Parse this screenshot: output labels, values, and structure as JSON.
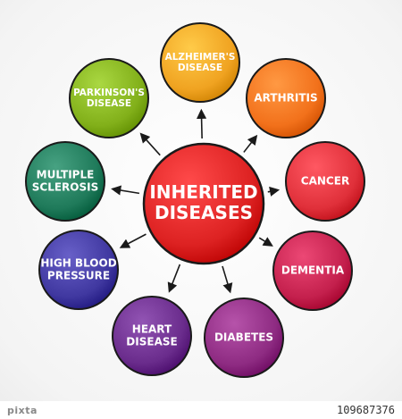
{
  "center": {
    "lines": [
      "INHERITED",
      "DISEASES"
    ],
    "color": "#dd2222"
  },
  "nodes": [
    {
      "id": "alzheimers",
      "lines": [
        "ALZHEIMER'S",
        "DISEASE"
      ],
      "color": "#f0a321"
    },
    {
      "id": "arthritis",
      "lines": [
        "ARTHRITIS"
      ],
      "color": "#f2711b"
    },
    {
      "id": "cancer",
      "lines": [
        "CANCER"
      ],
      "color": "#e0303a"
    },
    {
      "id": "dementia",
      "lines": [
        "DEMENTIA"
      ],
      "color": "#c4204d"
    },
    {
      "id": "diabetes",
      "lines": [
        "DIABETES"
      ],
      "color": "#8e2b82"
    },
    {
      "id": "heart-disease",
      "lines": [
        "HEART",
        "DISEASE"
      ],
      "color": "#6a2c8c"
    },
    {
      "id": "high-blood-pressure",
      "lines": [
        "HIGH BLOOD",
        "PRESSURE"
      ],
      "color": "#4038a0"
    },
    {
      "id": "multiple-sclerosis",
      "lines": [
        "MULTIPLE",
        "SCLEROSIS"
      ],
      "color": "#1f7a5a"
    },
    {
      "id": "parkinsons",
      "lines": [
        "PARKINSON'S",
        "DISEASE"
      ],
      "color": "#82b01a"
    }
  ],
  "footer": {
    "brand": "pixta",
    "image_id": "109687376"
  }
}
